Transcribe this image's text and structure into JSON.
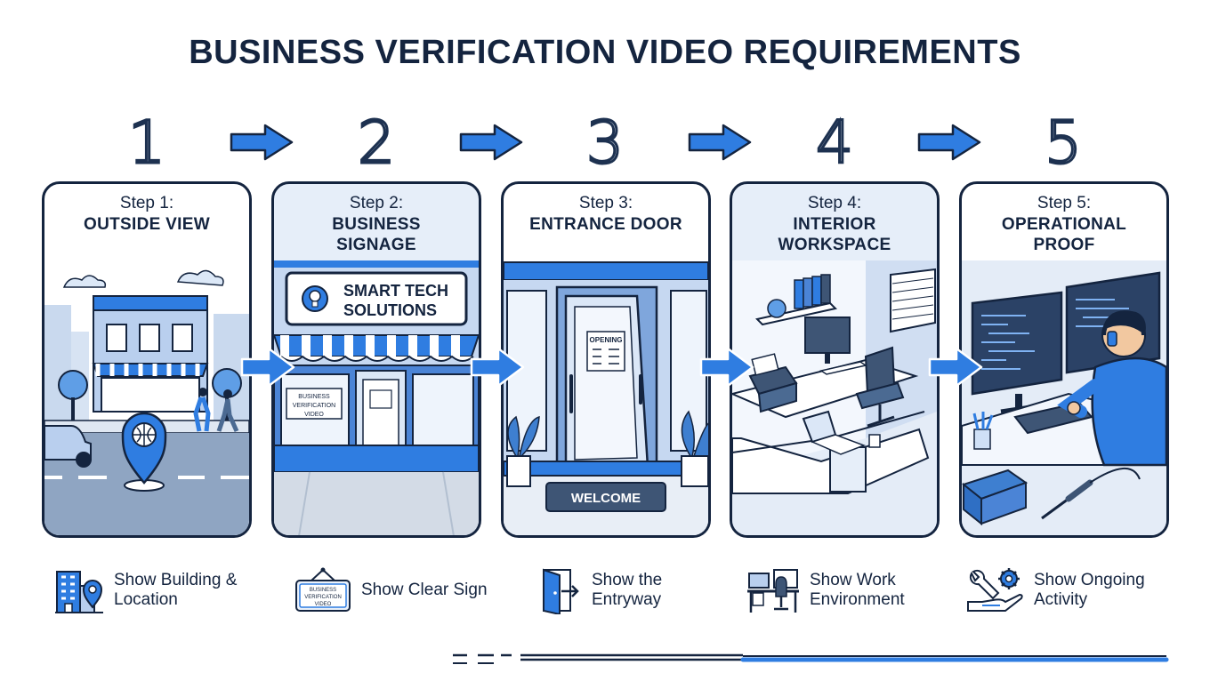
{
  "title": "BUSINESS VERIFICATION VIDEO REQUIREMENTS",
  "steps": [
    {
      "number": "1",
      "label": "Step 1:",
      "title": "OUTSIDE VIEW",
      "caption": "Show Building & Location",
      "icon": "building-location-icon"
    },
    {
      "number": "2",
      "label": "Step 2:",
      "title": "BUSINESS SIGNAGE",
      "caption": "Show Clear Sign",
      "icon": "hanging-sign-icon",
      "sign_text": "SMART TECH SOLUTIONS",
      "window_sign": "BUSINESS VERIFICATION VIDEO",
      "icon_sign": "BUSINESS VERIFICATION VIDEO"
    },
    {
      "number": "3",
      "label": "Step 3:",
      "title": "ENTRANCE DOOR",
      "caption": "Show the Entryway",
      "icon": "door-exit-icon",
      "door_sign": "OPENING",
      "mat_text": "WELCOME"
    },
    {
      "number": "4",
      "label": "Step 4:",
      "title": "INTERIOR WORKSPACE",
      "caption": "Show Work Environment",
      "icon": "workspace-desk-icon"
    },
    {
      "number": "5",
      "label": "Step 5:",
      "title": "OPERATIONAL PROOF",
      "caption": "Show Ongoing Activity",
      "icon": "wrench-gear-hand-icon"
    }
  ],
  "colors": {
    "accent": "#2f7de1",
    "navy": "#14243f",
    "light": "#e6eef9"
  }
}
